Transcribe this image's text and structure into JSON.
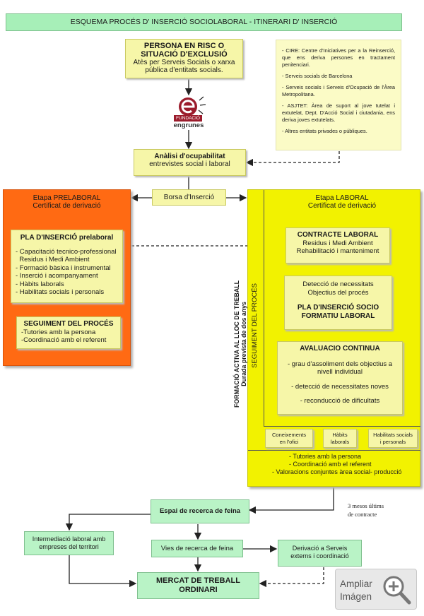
{
  "header": {
    "title": "ESQUEMA PROCÉS D' INSERCIÓ SOCIOLABORAL - ITINERARI D' INSERCIÓ"
  },
  "risk_box": {
    "line1": "PERSONA EN RISC O",
    "line2": "SITUACIÓ D'EXCLUSIÓ",
    "line3": "Atès per Serveis Socials o xarxa",
    "line4": "pública d'entitats socials."
  },
  "logo": {
    "line1": "FUNDACIÓ",
    "line2": "engrunes"
  },
  "entities": [
    "CIRE: Centre d'Iniciatives per a la Reinserció, que ens deriva persones en tractament penitenciari.",
    "Serveis socials de Barcelona",
    "Serveis socials i Serveis d'Ocupació de l'Àrea Metropolitana.",
    "ASJTET: Àrea de suport al jove tutelat i extutelat, Dept. D'Acció Social i ciutadania, ens deriva joves extutelats.",
    "Altres entitats privades o públiques."
  ],
  "analysis": {
    "title": "Anàlisi d'ocupabilitat",
    "subtitle": "entrevistes social i laboral"
  },
  "bolsa": {
    "label": "Borsa d'Inserció"
  },
  "prelaboral": {
    "title": "Etapa PRELABORAL",
    "subtitle": "Certificat de derivació",
    "plan_title": "PLA D'INSERCIÓ prelaboral",
    "plan_items": [
      "- Capacitació tecnico-professional",
      "  Residus i Medi Ambient",
      "- Formació bàsica i instrumental",
      "- Inserció i acompanyament",
      "- Hàbits laborals",
      "- Habilitats socials i personals"
    ],
    "tracking_title": "SEGUIMENT DEL PROCÉS",
    "tracking_items": [
      "-Tutories amb la persona",
      "-Coordinació amb el referent"
    ]
  },
  "formacio_side": {
    "line1": "FORMACIÓ ACTIVA AL LLOC DE TREBALL",
    "line2": "Durada prevista de dos anys"
  },
  "laboral": {
    "title": "Etapa LABORAL",
    "subtitle": "Certificat de derivació",
    "seguiment_vertical": "SEGUIMENT DEL PROCÉS",
    "contract_title": "CONTRACTE LABORAL",
    "contract_l1": "Residus i Medi Ambient",
    "contract_l2": "Rehabilitació i manteniment",
    "needs_l1": "Detecció de necessitats",
    "needs_l2": "Objectius del procés",
    "plan_l1": "PLA D'INSERCIÓ SOCIO",
    "plan_l2": "FORMATIU LABORAL",
    "eval_title": "AVALUACIO CONTINUA",
    "eval_items": [
      "- grau d'assoliment dels objectius a",
      "nivell individual",
      "- detecció de necessitates noves",
      "- reconducció de dificultats"
    ],
    "small_boxes": [
      {
        "l1": "Coneixements",
        "l2": "en l'ofici"
      },
      {
        "l1": "Hàbits",
        "l2": "laborals"
      },
      {
        "l1": "Habilitats socials",
        "l2": "i personals"
      }
    ],
    "bottom_items": [
      "-  Tutories amb la persona",
      "-  Coordinació amb el referent",
      "-  Valoracions conjuntes àrea social- producció"
    ]
  },
  "note": {
    "line1": "3 mesos  últims",
    "line2": "de contracte"
  },
  "espai": {
    "label": "Espai de recerca de feina"
  },
  "intermediacio": {
    "l1": "Intermediació laboral amb",
    "l2": "empreses del territori"
  },
  "vies": {
    "label": "Vies de recerca de feina"
  },
  "derivacio": {
    "l1": "Derivació a Serveis",
    "l2": "externs i coordinació"
  },
  "mercat": {
    "l1": "MERCAT DE TREBALL",
    "l2": "ORDINARI"
  },
  "zoom": {
    "l1": "Ampliar",
    "l2": "Imágen"
  },
  "colors": {
    "orange": "#ff6a13",
    "yellow": "#f2f200",
    "green": "#a7efb8",
    "paleyellow": "#f6f6a8"
  }
}
